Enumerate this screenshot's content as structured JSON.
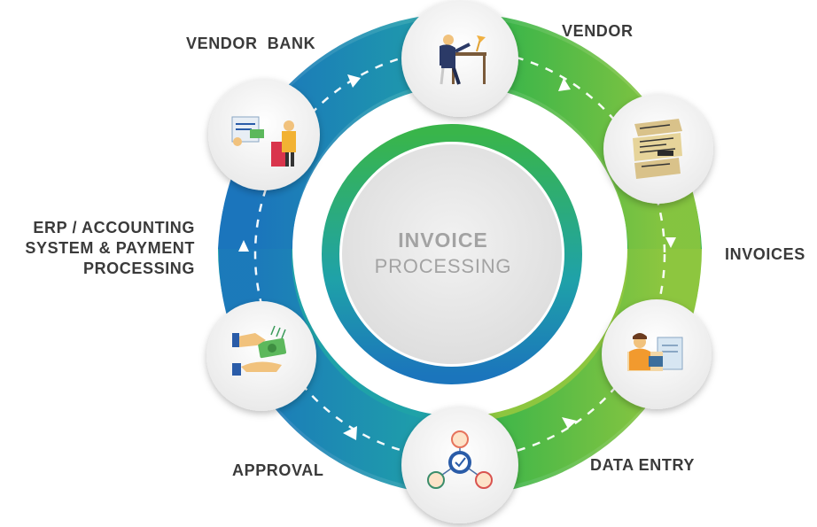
{
  "center": {
    "title": "INVOICE",
    "subtitle": "PROCESSING"
  },
  "stages": {
    "vendor_bank": {
      "lines": [
        "VENDOR  BANK"
      ]
    },
    "vendor": {
      "lines": [
        "VENDOR"
      ]
    },
    "invoices": {
      "lines": [
        "INVOICES"
      ]
    },
    "data_entry": {
      "lines": [
        "DATA ENTRY"
      ]
    },
    "approval": {
      "lines": [
        "APPROVAL"
      ]
    },
    "erp": {
      "lines": [
        "ERP / ACCOUNTING",
        "SYSTEM & PAYMENT",
        "PROCESSING"
      ]
    }
  },
  "icons": [
    "businessman-at-desk-icon",
    "invoice-documents-icon",
    "data-entry-clerk-icon",
    "approval-network-icon",
    "payment-handover-icon",
    "bank-teller-icon"
  ],
  "colors": {
    "green": "#39b54a",
    "light_green": "#8dc63f",
    "teal": "#1fa2a8",
    "blue": "#1b75bc",
    "label": "#3a3a3a",
    "center_text": "#a3a3a3"
  }
}
